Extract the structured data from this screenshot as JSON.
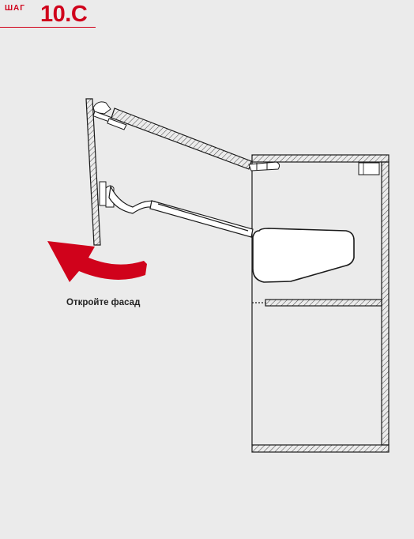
{
  "header": {
    "step_word": "ШАГ",
    "step_number": "10.С"
  },
  "instruction": {
    "caption": "Откройте фасад"
  },
  "colors": {
    "accent": "#d0021b",
    "background": "#ebebeb",
    "line": "#1a1a1a",
    "lift_body": "#ffffff"
  },
  "icons": {
    "direction_arrow": "curved-arrow-left-icon"
  }
}
